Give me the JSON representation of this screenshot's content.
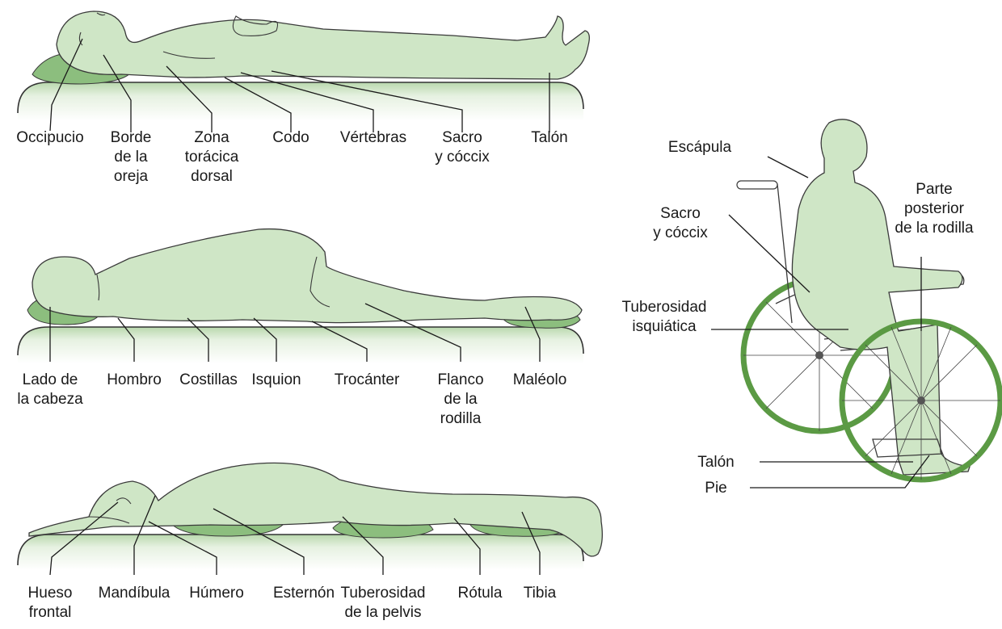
{
  "colors": {
    "body": "#cfe6c6",
    "pillow": "#8cbe7e",
    "wheel": "#5b9a44",
    "line": "#1a1a1a"
  },
  "supine": {
    "labels": [
      {
        "id": "occipucio",
        "lines": [
          "Occipucio"
        ]
      },
      {
        "id": "borde-oreja",
        "lines": [
          "Borde",
          "de la",
          "oreja"
        ]
      },
      {
        "id": "zona-toracica",
        "lines": [
          "Zona",
          "torácica",
          "dorsal"
        ]
      },
      {
        "id": "codo",
        "lines": [
          "Codo"
        ]
      },
      {
        "id": "vertebras",
        "lines": [
          "Vértebras"
        ]
      },
      {
        "id": "sacro",
        "lines": [
          "Sacro",
          "y cóccix"
        ]
      },
      {
        "id": "talon",
        "lines": [
          "Talón"
        ]
      }
    ]
  },
  "lateral": {
    "labels": [
      {
        "id": "lado-cabeza",
        "lines": [
          "Lado de",
          "la cabeza"
        ]
      },
      {
        "id": "hombro",
        "lines": [
          "Hombro"
        ]
      },
      {
        "id": "costillas",
        "lines": [
          "Costillas"
        ]
      },
      {
        "id": "isquion",
        "lines": [
          "Isquion"
        ]
      },
      {
        "id": "trocanter",
        "lines": [
          "Trocánter"
        ]
      },
      {
        "id": "flanco-rodilla",
        "lines": [
          "Flanco",
          "de la",
          "rodilla"
        ]
      },
      {
        "id": "maleolo",
        "lines": [
          "Maléolo"
        ]
      }
    ]
  },
  "prone": {
    "labels": [
      {
        "id": "hueso-frontal",
        "lines": [
          "Hueso",
          "frontal"
        ]
      },
      {
        "id": "mandibula",
        "lines": [
          "Mandíbula"
        ]
      },
      {
        "id": "humero",
        "lines": [
          "Húmero"
        ]
      },
      {
        "id": "esternon",
        "lines": [
          "Esternón"
        ]
      },
      {
        "id": "tuberosidad-pelvis",
        "lines": [
          "Tuberosidad",
          "de la pelvis"
        ]
      },
      {
        "id": "rotula",
        "lines": [
          "Rótula"
        ]
      },
      {
        "id": "tibia",
        "lines": [
          "Tibia"
        ]
      }
    ]
  },
  "seated": {
    "labels": [
      {
        "id": "escapula",
        "lines": [
          "Escápula"
        ]
      },
      {
        "id": "sacro-coccix",
        "lines": [
          "Sacro",
          "y cóccix"
        ]
      },
      {
        "id": "parte-posterior-rodilla",
        "lines": [
          "Parte",
          "posterior",
          "de la rodilla"
        ]
      },
      {
        "id": "tuberosidad-isquiatica",
        "lines": [
          "Tuberosidad",
          "isquiática"
        ]
      },
      {
        "id": "talon-silla",
        "lines": [
          "Talón"
        ]
      },
      {
        "id": "pie",
        "lines": [
          "Pie"
        ]
      }
    ]
  }
}
